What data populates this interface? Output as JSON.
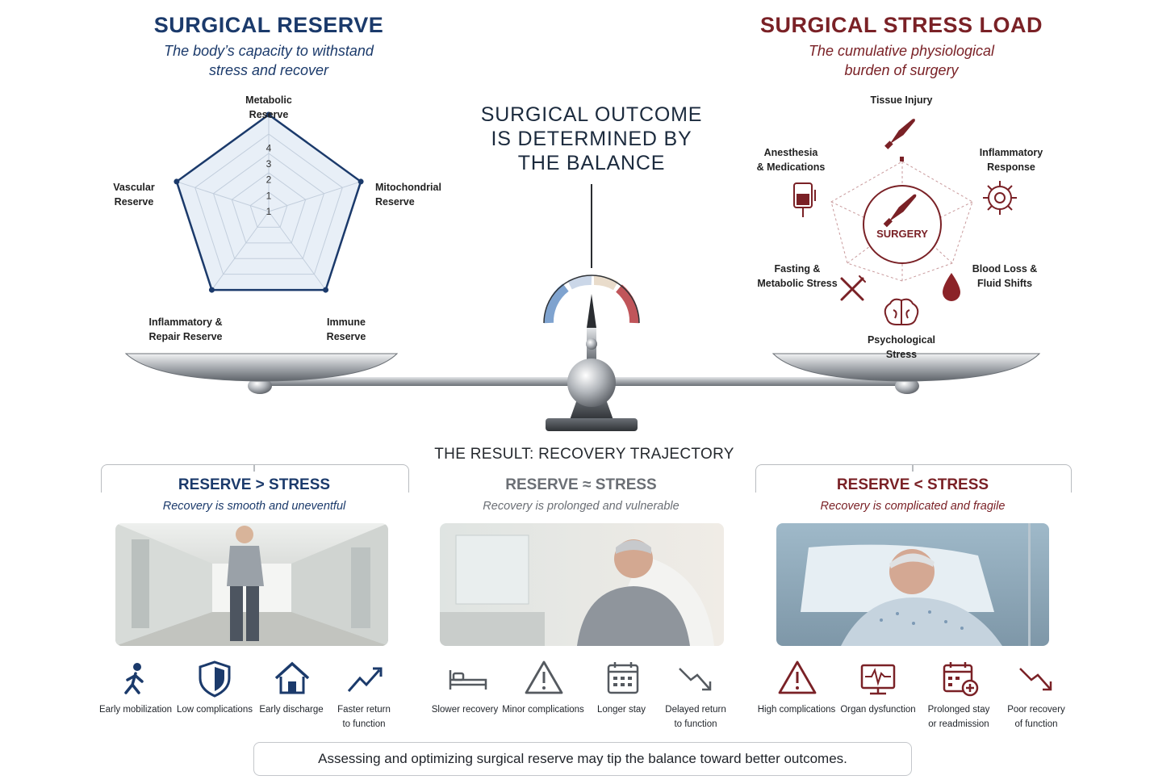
{
  "reserve": {
    "title": "SURGICAL RESERVE",
    "subtitle_lines": [
      "The body’s capacity to withstand",
      "stress and recover"
    ],
    "axes": [
      {
        "lines": [
          "Metabolic",
          "Reserve"
        ]
      },
      {
        "lines": [
          "Mitochondrial",
          "Reserve"
        ]
      },
      {
        "lines": [
          "Immune",
          "Reserve"
        ]
      },
      {
        "lines": [
          "Inflammatory &",
          "Repair Reserve"
        ]
      },
      {
        "lines": [
          "Vascular",
          "Reserve"
        ]
      }
    ],
    "scale_ticks": [
      "1",
      "1",
      "2",
      "3",
      "4"
    ],
    "values": [
      5,
      5,
      5,
      5,
      5
    ],
    "max": 5,
    "color": "#1b3a6b"
  },
  "stress": {
    "title": "SURGICAL STRESS LOAD",
    "subtitle_lines": [
      "The cumulative physiological",
      "burden of surgery"
    ],
    "center_label": "SURGERY",
    "factors": [
      {
        "lines": [
          "Tissue Injury"
        ],
        "icon": "scalpel-icon"
      },
      {
        "lines": [
          "Inflammatory",
          "Response"
        ],
        "icon": "inflammation-gear-icon"
      },
      {
        "lines": [
          "Blood Loss &",
          "Fluid Shifts"
        ],
        "icon": "blood-drop-icon"
      },
      {
        "lines": [
          "Psychological",
          "Stress"
        ],
        "icon": "brain-icon"
      },
      {
        "lines": [
          "Fasting &",
          "Metabolic Stress"
        ],
        "icon": "fork-knife-icon"
      },
      {
        "lines": [
          "Anesthesia",
          "& Medications"
        ],
        "icon": "iv-bag-icon"
      }
    ],
    "color": "#7a2126"
  },
  "balance": {
    "title_lines": [
      "SURGICAL OUTCOME",
      "IS DETERMINED BY",
      "THE BALANCE"
    ],
    "gauge_colors": [
      "#7fa3cf",
      "#e9dccb",
      "#c0555a"
    ]
  },
  "result": {
    "title": "THE RESULT: RECOVERY TRAJECTORY",
    "scenarios": [
      {
        "heading": "RESERVE > STRESS",
        "subtitle": "Recovery is smooth and uneventful",
        "color": "#1b3a6b",
        "photo": "patient-walking-photo",
        "outcomes": [
          {
            "lines": [
              "Early mobilization"
            ],
            "icon": "walking-person-icon"
          },
          {
            "lines": [
              "Low complications"
            ],
            "icon": "shield-icon"
          },
          {
            "lines": [
              "Early discharge"
            ],
            "icon": "house-icon"
          },
          {
            "lines": [
              "Faster return",
              "to function"
            ],
            "icon": "trend-up-icon"
          }
        ]
      },
      {
        "heading": "RESERVE ≈ STRESS",
        "subtitle": "Recovery is prolonged and vulnerable",
        "color": "#5b6068",
        "photo": "patient-resting-photo",
        "outcomes": [
          {
            "lines": [
              "Slower recovery"
            ],
            "icon": "bed-icon"
          },
          {
            "lines": [
              "Minor complications"
            ],
            "icon": "warning-icon"
          },
          {
            "lines": [
              "Longer stay"
            ],
            "icon": "calendar-icon"
          },
          {
            "lines": [
              "Delayed return",
              "to function"
            ],
            "icon": "trend-down-icon"
          }
        ]
      },
      {
        "heading": "RESERVE < STRESS",
        "subtitle": "Recovery is complicated and fragile",
        "color": "#7a2126",
        "photo": "patient-in-bed-photo",
        "outcomes": [
          {
            "lines": [
              "High complications"
            ],
            "icon": "warning-icon"
          },
          {
            "lines": [
              "Organ dysfunction"
            ],
            "icon": "monitor-icon"
          },
          {
            "lines": [
              "Prolonged stay",
              "or readmission"
            ],
            "icon": "calendar-plus-icon"
          },
          {
            "lines": [
              "Poor recovery",
              "of function"
            ],
            "icon": "trend-down-icon"
          }
        ]
      }
    ]
  },
  "footer": {
    "text": "Assessing and optimizing surgical reserve may tip the balance toward better outcomes."
  }
}
